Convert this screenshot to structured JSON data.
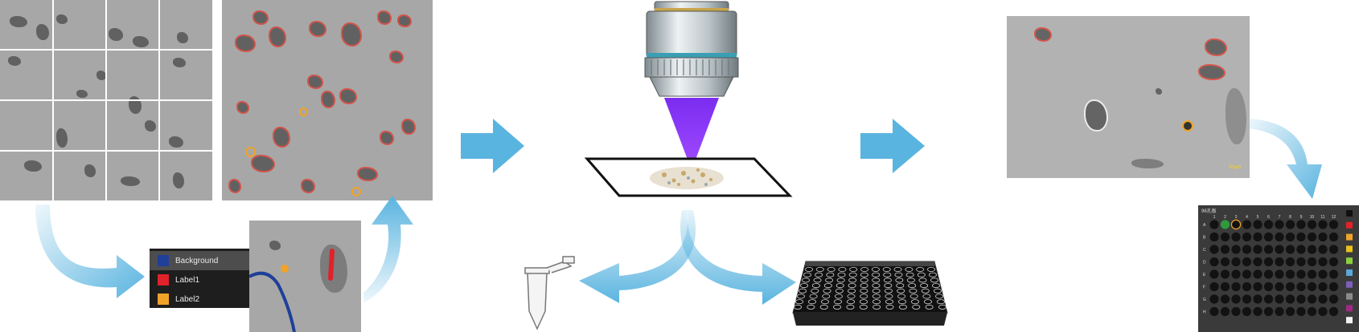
{
  "legend": {
    "items": [
      {
        "label": "Background",
        "color": "#1f3f98"
      },
      {
        "label": "Label1",
        "color": "#e0222a"
      },
      {
        "label": "Label2",
        "color": "#f0a328"
      }
    ],
    "selected": "Background"
  },
  "result_image": {
    "scale_bar": "50μm"
  },
  "plate": {
    "title": "96孔板",
    "columns": [
      "1",
      "2",
      "3",
      "4",
      "5",
      "6",
      "7",
      "8",
      "9",
      "10",
      "11",
      "12"
    ],
    "rows": [
      "A",
      "B",
      "C",
      "D",
      "E",
      "F",
      "G",
      "H"
    ],
    "well_color": "#121212",
    "a2_color": "#2e9a3a",
    "a3_outline": "#f0a328",
    "side_swatches": [
      "#111111",
      "#e0222a",
      "#f0a328",
      "#e8c11e",
      "#8ccf3f",
      "#5aa7d8",
      "#7b5fb8",
      "#8b8b8b",
      "#9e2a84",
      "#f2f2f2"
    ]
  },
  "colors": {
    "arrow": "#5ab4e0",
    "laser": "#8a2cf0",
    "outline": "#e0392b"
  }
}
